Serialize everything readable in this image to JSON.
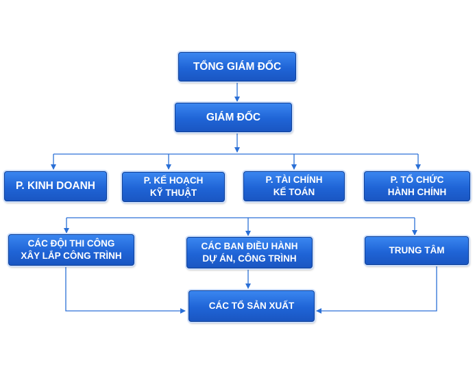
{
  "colors": {
    "box": "#1f64d6",
    "border": "#0e3f96",
    "connector": "#2a6fd6"
  },
  "nodes": {
    "tong_giam_doc": "TỔNG GIÁM ĐỐC",
    "giam_doc": "GIÁM ĐỐC",
    "kinh_doanh": "P. KINH DOANH",
    "ke_hoach": "P. KẾ HOẠCH\nKỸ THUẬT",
    "tai_chinh": "P. TÀI CHÍNH\nKẾ TOÁN",
    "to_chuc": "P. TỔ CHỨC\nHÀNH CHÍNH",
    "doi_thi_cong": "CÁC ĐỘI THI CÔNG\nXÂY LẮP CÔNG TRÌNH",
    "ban_dieu_hanh": "CÁC BAN ĐIỀU HÀNH\nDỰ ÁN, CÔNG TRÌNH",
    "trung_tam": "TRUNG TÂM",
    "to_san_xuat": "CÁC TỔ SẢN XUẤT"
  }
}
